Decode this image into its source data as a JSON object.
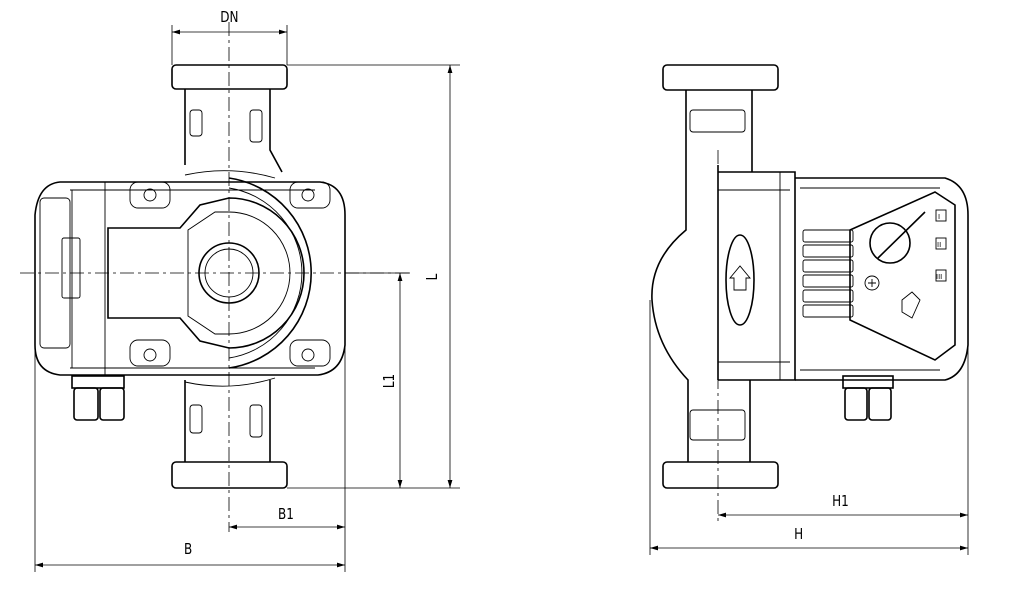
{
  "dimensions": {
    "dn": "DN",
    "l": "L",
    "l1": "L1",
    "b1": "B1",
    "b": "B",
    "h1": "H1",
    "h": "H"
  },
  "speed_labels": [
    "I",
    "II",
    "III"
  ],
  "colors": {
    "line": "#000000",
    "background": "#ffffff"
  }
}
